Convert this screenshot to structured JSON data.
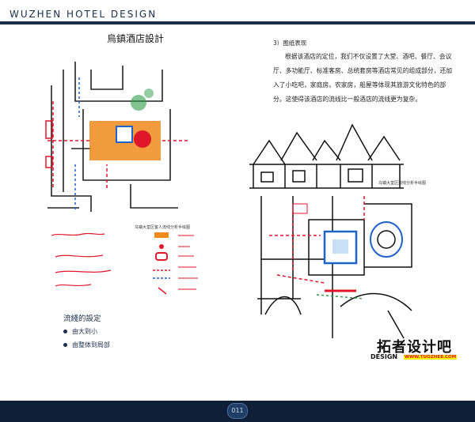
{
  "header": {
    "title": "WUZHEN HOTEL DESIGN"
  },
  "page_title": "烏鎮酒店設計",
  "section": {
    "heading": "3）图纸表现",
    "paragraph": "根据该酒店的定位，我们不仅设置了大堂、酒吧、餐厅、会议厅、多功能厅、标准客房、总统套房等酒店常见的组成部分，还加入了小吃吧，家庭房，农家房，船屋等体现其旅游文化特色的部分。这使得该酒店的流线比一般酒店的流线更为复杂。"
  },
  "captions": {
    "legend": "乌镇大堂区客人流线分析手绘图",
    "plan": "乌镇大堂区流线分析手绘图"
  },
  "flow": {
    "title": "流綫的設定",
    "items": [
      "由大到小",
      "由整体到局部"
    ]
  },
  "logo": {
    "main": "拓者设计吧",
    "sub": "DESIGN",
    "url": "WWW.TUOZHE8.COM"
  },
  "footer": {
    "page_number": "011"
  },
  "colors": {
    "navy": "#1a2e4a",
    "red": "#e0162b",
    "orange": "#f08a1c",
    "blue": "#1e64c8",
    "green": "#2e9b4a"
  }
}
